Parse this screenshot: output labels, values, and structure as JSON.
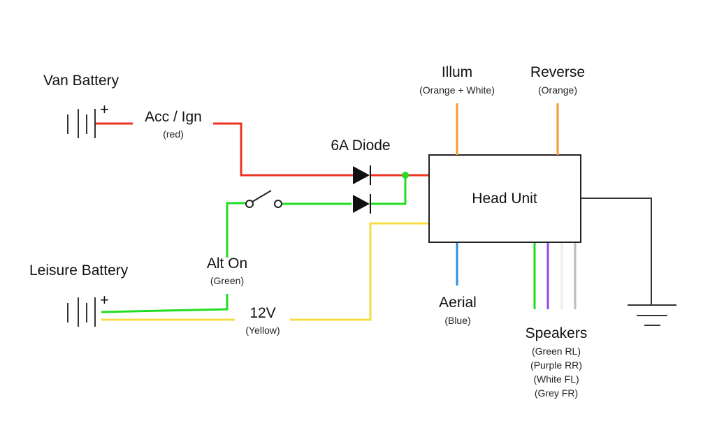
{
  "batteries": {
    "van": {
      "title": "Van Battery",
      "polarity": "+"
    },
    "leisure": {
      "title": "Leisure Battery",
      "polarity": "+"
    }
  },
  "wires": {
    "acc_ign": {
      "name": "Acc / Ign",
      "color_name": "(red)",
      "color": "#ee3322"
    },
    "alt_on": {
      "name": "Alt On",
      "color_name": "(Green)",
      "color": "#22dd22"
    },
    "v12": {
      "name": "12V",
      "color_name": "(Yellow)",
      "color": "#f6dc44"
    }
  },
  "diode": {
    "label": "6A Diode"
  },
  "head_unit": {
    "label": "Head Unit"
  },
  "illum": {
    "name": "Illum",
    "color_name": "(Orange + White)",
    "color": "#f59a2c"
  },
  "reverse": {
    "name": "Reverse",
    "color_name": "(Orange)",
    "color": "#f59a2c"
  },
  "aerial": {
    "name": "Aerial",
    "color_name": "(Blue)",
    "color": "#2a8fe0"
  },
  "speakers": {
    "name": "Speakers",
    "channels": [
      {
        "label": "(Green RL)",
        "color": "#22dd22"
      },
      {
        "label": "(Purple RR)",
        "color": "#9a44ee"
      },
      {
        "label": "(White FL)",
        "color": "#eeeeee"
      },
      {
        "label": "(Grey FR)",
        "color": "#bbbbbb"
      }
    ]
  },
  "ground": {
    "wire_color": "#333333"
  }
}
